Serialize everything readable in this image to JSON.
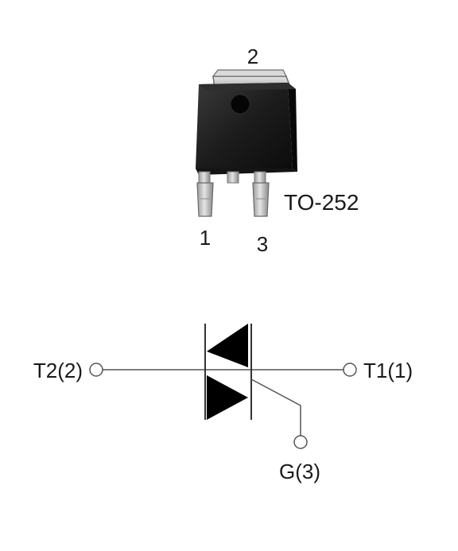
{
  "package": {
    "name": "TO-252",
    "pin_top": "2",
    "pin_left": "1",
    "pin_right": "3"
  },
  "schematic": {
    "terminal_left": "T2(2)",
    "terminal_right": "T1(1)",
    "terminal_gate": "G(3)"
  },
  "colors": {
    "body": "#1c1c1c",
    "tab": "#c8c8c8",
    "lead": "#b8b8b8",
    "wire": "#555555",
    "symbol": "#000000"
  }
}
